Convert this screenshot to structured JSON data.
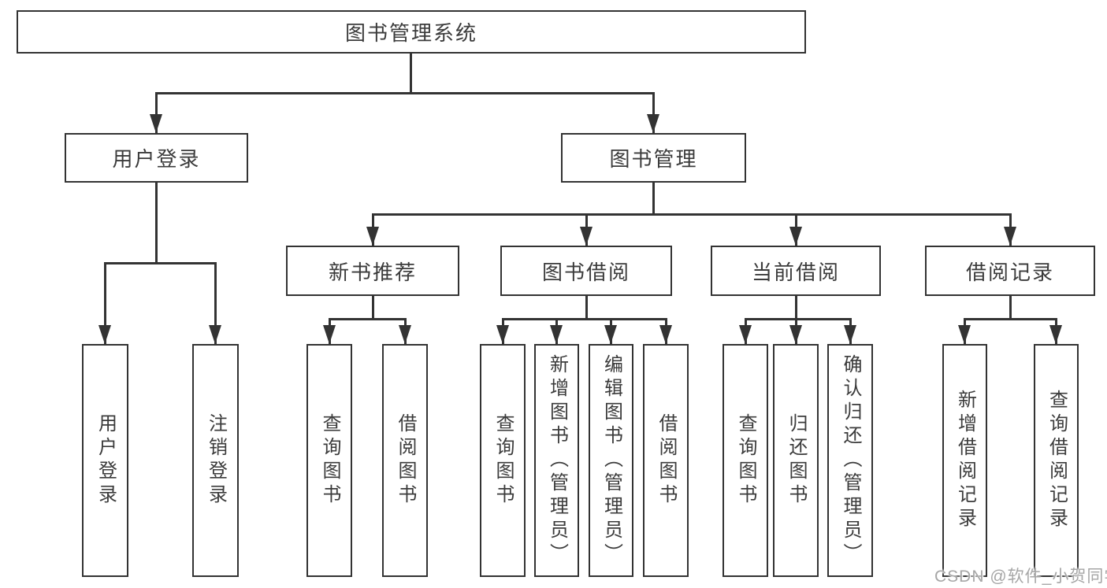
{
  "diagram_title": "图书管理系统",
  "nodes": {
    "root": "图书管理系统",
    "user_login": "用户登录",
    "book_mgmt": "图书管理",
    "new_books": "新书推荐",
    "book_borrow": "图书借阅",
    "current_borrow": "当前借阅",
    "borrow_records": "借阅记录",
    "g1c1": "用户登录",
    "g1c2": "注销登录",
    "g2c1": "查询图书",
    "g2c2": "借阅图书",
    "g3c1": "查询图书",
    "g3c2": "新增图书（管理员）",
    "g3c3": "编辑图书（管理员）",
    "g3c4": "借阅图书",
    "g4c1": "查询图书",
    "g4c2": "归还图书",
    "g4c3": "确认归还（管理员）",
    "g5c1": "新增借阅记录",
    "g5c2": "查询借阅记录"
  },
  "tree": {
    "label": "图书管理系统",
    "children": [
      {
        "label": "用户登录",
        "children": [
          {
            "label": "用户登录"
          },
          {
            "label": "注销登录"
          }
        ]
      },
      {
        "label": "图书管理",
        "children": [
          {
            "label": "新书推荐",
            "children": [
              {
                "label": "查询图书"
              },
              {
                "label": "借阅图书"
              }
            ]
          },
          {
            "label": "图书借阅",
            "children": [
              {
                "label": "查询图书"
              },
              {
                "label": "新增图书（管理员）"
              },
              {
                "label": "编辑图书（管理员）"
              },
              {
                "label": "借阅图书"
              }
            ]
          },
          {
            "label": "当前借阅",
            "children": [
              {
                "label": "查询图书"
              },
              {
                "label": "归还图书"
              },
              {
                "label": "确认归还（管理员）"
              }
            ]
          },
          {
            "label": "借阅记录",
            "children": [
              {
                "label": "新增借阅记录"
              },
              {
                "label": "查询借阅记录"
              }
            ]
          }
        ]
      }
    ]
  },
  "watermark": "CSDN @软件_小贺同学",
  "colors": {
    "line": "#333333",
    "box_border": "#333333",
    "text": "#3b3b3b",
    "watermark": "#a6a6a6",
    "background": "#ffffff"
  }
}
